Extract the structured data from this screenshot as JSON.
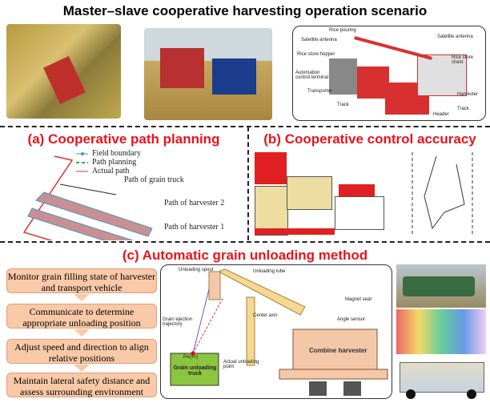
{
  "title": "Master–slave cooperative harvesting operation scenario",
  "scenario_diagram": {
    "labels": [
      "Rice pouring",
      "Satellite antenna",
      "Satellite antenna",
      "Rice store hopper",
      "Rice store chest",
      "Automation control terminal",
      "Transporter",
      "Harvester",
      "Track",
      "Track",
      "Header"
    ]
  },
  "panel_a": {
    "title": "(a) Cooperative path planning",
    "legend": [
      "Field boundary",
      "Path planning",
      "Actual path"
    ],
    "labels": [
      "Path of grain truck",
      "Path of harvester 2",
      "Path of harvester 1"
    ],
    "colors": {
      "boundary": "#4a90d0",
      "planning": "#3cb043",
      "actual": "#e03030"
    }
  },
  "panel_b": {
    "title": "(b) Cooperative control accuracy"
  },
  "panel_c": {
    "title": "(c) Automatic grain unloading method",
    "steps": [
      "Monitor grain filling state of harvester and transport vehicle",
      "Communicate to determine appropriate unloading position",
      "Adjust speed and direction to align relative positions",
      "Maintain lateral safety distance and assess surrounding environment"
    ],
    "diagram": {
      "unloading_spout": "Unloading spout",
      "unloading_tube": "Unloading tube",
      "magnet_seat": "Magnet seat",
      "angle_sensor": "Angle sensor",
      "center_axis": "Center axis",
      "grain_ejection": "Grain ejection trajectory",
      "actual_point": "Actual unloading point",
      "harvester": "Combine harvester",
      "truck": "Grain unloading truck",
      "pw": "Pw(Pr)"
    }
  },
  "colors": {
    "accent": "#e8141b",
    "box": "#f9c9a8"
  }
}
